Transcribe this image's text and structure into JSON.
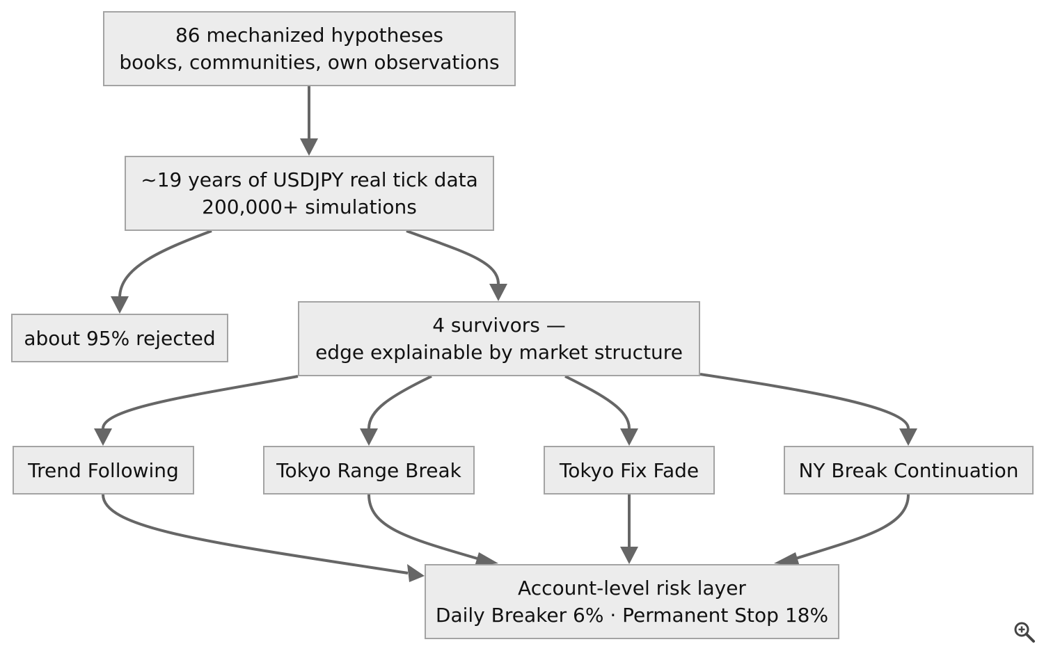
{
  "diagram": {
    "nodes": {
      "hypotheses": {
        "line1": "86 mechanized hypotheses",
        "line2": "books, communities, own observations"
      },
      "data": {
        "line1": "~19 years of USDJPY real tick data",
        "line2": "200,000+ simulations"
      },
      "rejected": {
        "line1": "about 95% rejected"
      },
      "survivors": {
        "line1": "4 survivors —",
        "line2": "edge explainable by market structure"
      },
      "trend": {
        "line1": "Trend Following"
      },
      "tokyo_range": {
        "line1": "Tokyo Range Break"
      },
      "tokyo_fix": {
        "line1": "Tokyo Fix Fade"
      },
      "ny": {
        "line1": "NY Break Continuation"
      },
      "risk": {
        "line1": "Account-level risk layer",
        "line2": "Daily Breaker 6% · Permanent Stop 18%"
      }
    },
    "edges": [
      {
        "from": "hypotheses",
        "to": "data"
      },
      {
        "from": "data",
        "to": "rejected"
      },
      {
        "from": "data",
        "to": "survivors"
      },
      {
        "from": "survivors",
        "to": "trend"
      },
      {
        "from": "survivors",
        "to": "tokyo_range"
      },
      {
        "from": "survivors",
        "to": "tokyo_fix"
      },
      {
        "from": "survivors",
        "to": "ny"
      },
      {
        "from": "trend",
        "to": "risk"
      },
      {
        "from": "tokyo_range",
        "to": "risk"
      },
      {
        "from": "tokyo_fix",
        "to": "risk"
      },
      {
        "from": "ny",
        "to": "risk"
      }
    ],
    "colors": {
      "node_fill": "#ececec",
      "node_border": "#a3a3a3",
      "edge": "#666666",
      "text": "#111111"
    }
  },
  "controls": {
    "zoom_icon": "zoom-in-icon"
  }
}
